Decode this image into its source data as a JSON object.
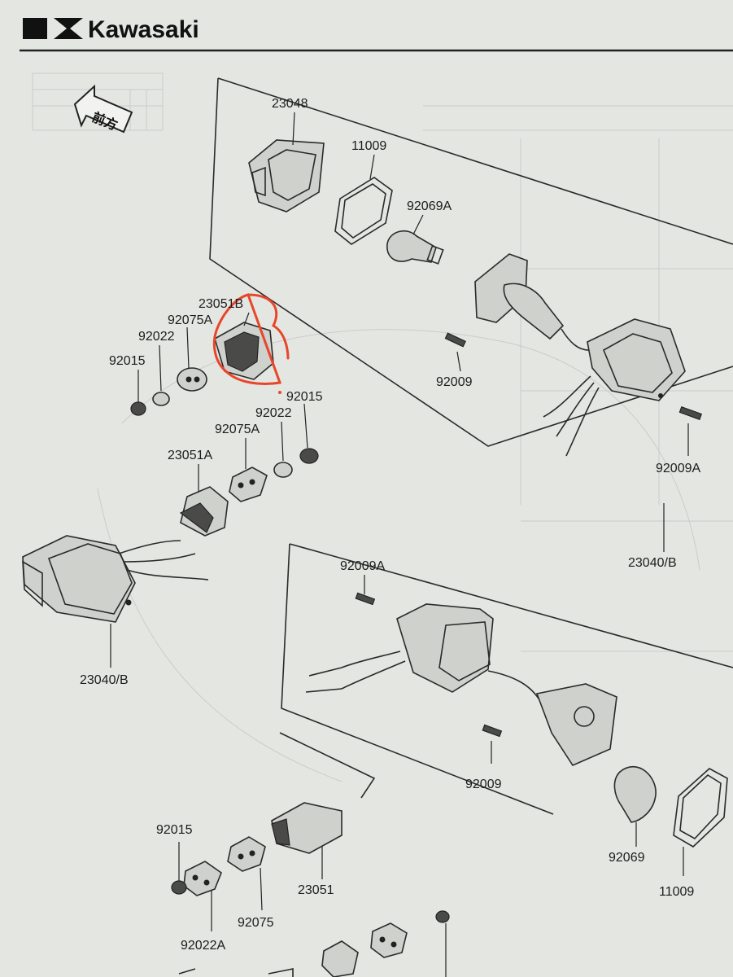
{
  "brand": {
    "name": "Kawasaki",
    "logo_icon": "kawasaki-river-mark-icon"
  },
  "direction_arrow": {
    "text": "前方",
    "icon": "front-arrow-icon"
  },
  "annotation": {
    "color": "#e8462a",
    "note": "hand-drawn circle around 23051B"
  },
  "callouts": [
    {
      "id": "c-23048",
      "text": "23048"
    },
    {
      "id": "c-11009-top",
      "text": "11009"
    },
    {
      "id": "c-92069A",
      "text": "92069A"
    },
    {
      "id": "c-23051B",
      "text": "23051B"
    },
    {
      "id": "c-92075A-top",
      "text": "92075A"
    },
    {
      "id": "c-92022-left",
      "text": "92022"
    },
    {
      "id": "c-92015-left",
      "text": "92015"
    },
    {
      "id": "c-92009-top",
      "text": "92009"
    },
    {
      "id": "c-92015-mid",
      "text": "92015"
    },
    {
      "id": "c-92022-mid",
      "text": "92022"
    },
    {
      "id": "c-92075A-mid",
      "text": "92075A"
    },
    {
      "id": "c-23051A",
      "text": "23051A"
    },
    {
      "id": "c-92009A-right",
      "text": "92009A"
    },
    {
      "id": "c-23040B-left",
      "text": "23040/B"
    },
    {
      "id": "c-23040B-right",
      "text": "23040/B"
    },
    {
      "id": "c-92009A-lower",
      "text": "92009A"
    },
    {
      "id": "c-92009-lower",
      "text": "92009"
    },
    {
      "id": "c-92069",
      "text": "92069"
    },
    {
      "id": "c-11009-lower",
      "text": "11009"
    },
    {
      "id": "c-92015-bottom",
      "text": "92015"
    },
    {
      "id": "c-92022A",
      "text": "92022A"
    },
    {
      "id": "c-92075",
      "text": "92075"
    },
    {
      "id": "c-23051",
      "text": "23051"
    }
  ]
}
